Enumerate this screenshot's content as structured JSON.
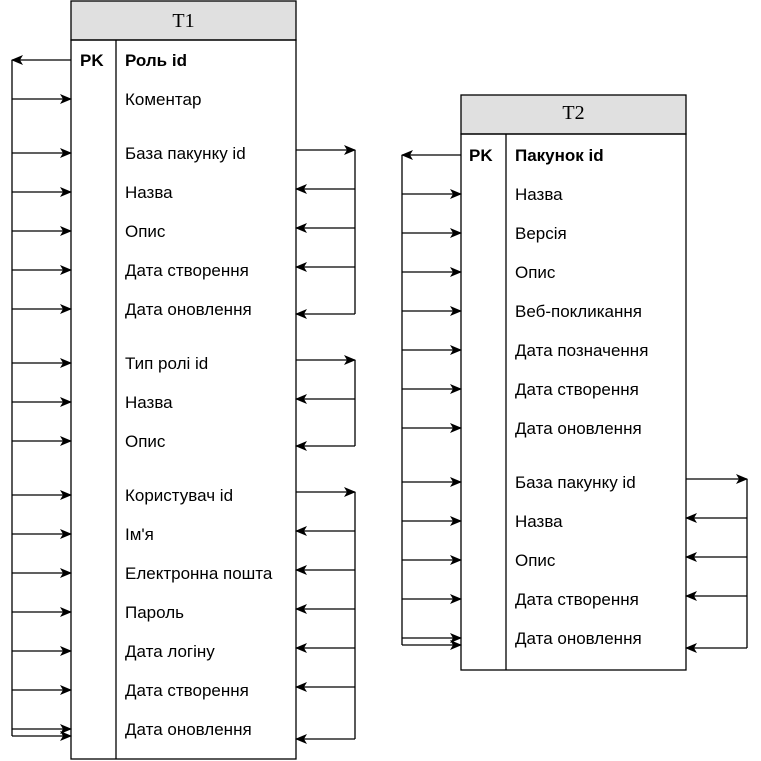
{
  "colors": {
    "header_fill": "#e0e0e0",
    "stroke": "#000000",
    "background": "#ffffff"
  },
  "tables": [
    {
      "title": "T1",
      "pk_label": "PK",
      "fields": [
        "Роль id",
        "Коментар",
        "База пакунку id",
        "Назва",
        "Опис",
        "Дата створення",
        "Дата оновлення",
        "Тип ролі id",
        "Назва",
        "Опис",
        "Користувач id",
        "Ім'я",
        "Електронна пошта",
        "Пароль",
        "Дата  логіну",
        "Дата створення",
        "Дата оновлення"
      ]
    },
    {
      "title": "T2",
      "pk_label": "PK",
      "fields": [
        "Пакунок id",
        "Назва",
        "Версія",
        "Опис",
        "Веб-покликання",
        "Дата позначення",
        "Дата створення",
        "Дата оновлення",
        "База пакунку id",
        "Назва",
        "Опис",
        "Дата створення",
        "Дата оновлення"
      ]
    }
  ]
}
